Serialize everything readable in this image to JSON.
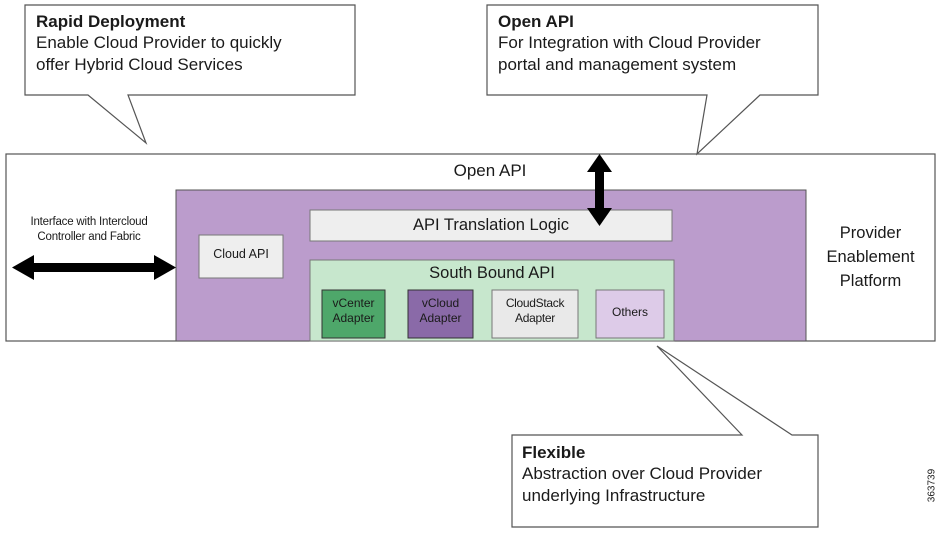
{
  "callouts": {
    "rapid": {
      "title": "Rapid Deployment",
      "line1": "Enable Cloud Provider to quickly",
      "line2": "offer Hybrid Cloud Services"
    },
    "open_api": {
      "title": "Open API",
      "line1": "For Integration with Cloud Provider",
      "line2": "portal and management system"
    },
    "flexible": {
      "title": "Flexible",
      "line1": "Abstraction over Cloud Provider",
      "line2": "underlying Infrastructure"
    }
  },
  "platform": {
    "top_label": "Open API",
    "interface_line1": "Interface with Intercloud",
    "interface_line2": "Controller and Fabric",
    "cloud_api": "Cloud API",
    "translation": "API Translation Logic",
    "south_bound": "South Bound API",
    "adapters": [
      {
        "line1": "vCenter",
        "line2": "Adapter"
      },
      {
        "line1": "vCloud",
        "line2": "Adapter"
      },
      {
        "line1": "CloudStack",
        "line2": "Adapter"
      },
      {
        "line1": "Others",
        "line2": ""
      }
    ],
    "provider_line1": "Provider",
    "provider_line2": "Enablement",
    "provider_line3": "Platform"
  },
  "figure_id": "363739",
  "colors": {
    "purple": "#bb9ccc",
    "green_band": "#c7e7cd",
    "vcenter": "#4ea76a",
    "vcloud": "#8a6aa8",
    "cloudstack": "#e9e9e9",
    "others": "#ddcbe8",
    "light_box": "#eeeeee"
  }
}
